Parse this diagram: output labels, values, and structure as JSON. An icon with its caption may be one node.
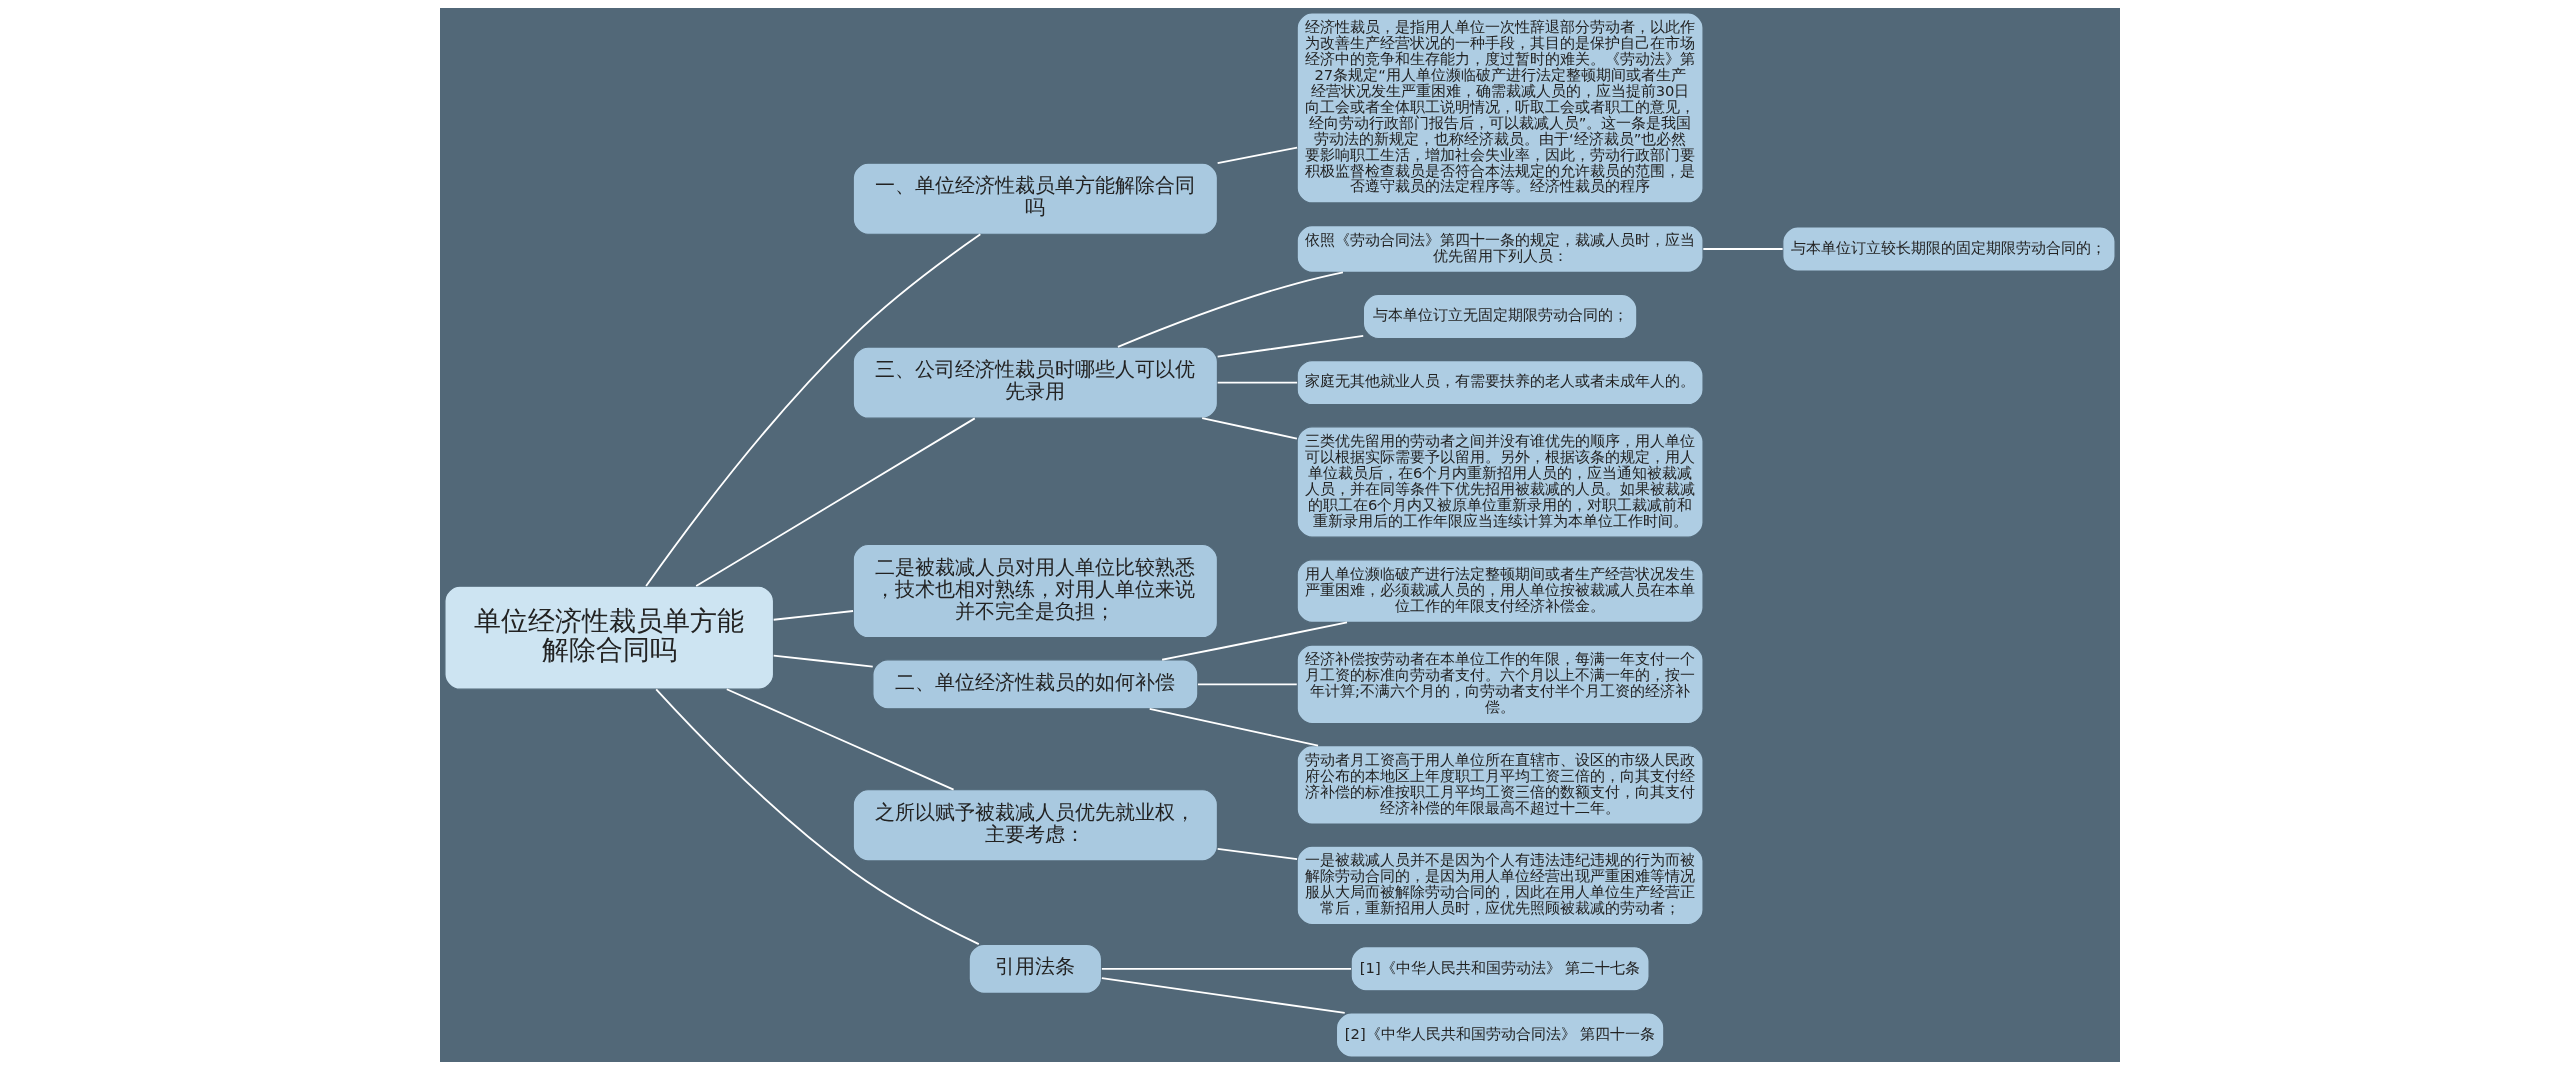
{
  "diagram": {
    "nodes": [
      {
        "text": [
          "单位经济性裁员单方能解除合同吗"
        ]
      },
      {
        "text": [
          "一、单位经济性裁员单方能解除合同吗"
        ]
      },
      {
        "text": [
          "经济性裁员，是指用人单位一次性辞退部分劳动者，以此作为改善生产经营状况的一种手段，其目的是保护自己在市场经济中的竞争和生存能力，度过暂时的难关。《劳动法》第27条规定“用人单位濒临破产进行法定整顿期间或者生产经营状况发生严重困难，确需裁减人员的，应当提前30日向工会或者全体职工说明情况，听取工会或者职工的意见，经向劳动行政部门报告后，可以裁减人员”。这一条是我国劳动法的新规定，也称经济裁员。由于‘经济裁员”也必然要影响职工生活，增加社会失业率，因此，劳动行政部门要积极监督检查裁员是否符合本法规定的允许裁员的范围，是否遵守裁员的法定程序等。经济性裁员的程序"
        ]
      },
      {
        "text": [
          "三、公司经济性裁员时哪些人可以优先录用"
        ]
      },
      {
        "text": [
          "依照《劳动合同法》第四十一条的规定，裁减人员时，应当优先留用下列人员："
        ]
      },
      {
        "text": [
          "与本单位订立较长期限的固定期限劳动合同的；"
        ]
      },
      {
        "text": [
          "与本单位订立无固定期限劳动合同的；"
        ]
      },
      {
        "text": [
          "家庭无其他就业人员，有需要扶养的老人或者未成年人的。"
        ]
      },
      {
        "text": [
          "三类优先留用的劳动者之间并没有谁优先的顺序，用人单位可以根据实际需要予以留用。另外，根据该条的规定，用人单位裁员后，在6个月内重新招用人员的，应当通知被裁减人员，并在同等条件下优先招用被裁减的人员。如果被裁减的职工在6个月内又被原单位重新录用的，对职工裁减前和重新录用后的工作年限应当连续计算为本单位工作时间。"
        ]
      },
      {
        "text": [
          "二是被裁减人员对用人单位比较熟悉，技术也相对熟练，对用人单位来说并不完全是负担；"
        ]
      },
      {
        "text": [
          "二、单位经济性裁员的如何补偿"
        ]
      },
      {
        "text": [
          "用人单位濒临破产进行法定整顿期间或者生产经营状况发生严重困难，必须裁减人员的，用人单位按被裁减人员在本单位工作的年限支付经济补偿金。"
        ]
      },
      {
        "text": [
          "经济补偿按劳动者在本单位工作的年限，每满一年支付一个月工资的标准向劳动者支付。六个月以上不满一年的，按一年计算;不满六个月的，向劳动者支付半个月工资的经济补偿。"
        ]
      },
      {
        "text": [
          "劳动者月工资高于用人单位所在直辖市、设区的市级人民政府公布的本地区上年度职工月平均工资三倍的，向其支付经济补偿的标准按职工月平均工资三倍的数额支付，向其支付经济补偿的年限最高不超过十二年。"
        ]
      },
      {
        "text": [
          "之所以赋予被裁减人员优先就业权，主要考虑："
        ]
      },
      {
        "text": [
          "一是被裁减人员并不是因为个人有违法违纪违规的行为而被解除劳动合同的，是因为用人单位经营出现严重困难等情况服从大局而被解除劳动合同的，因此在用人单位生产经营正常后，重新招用人员时，应优先照顾被裁减的劳动者；"
        ]
      },
      {
        "text": [
          "引用法条"
        ]
      },
      {
        "text": [
          "[1]《中华人民共和国劳动法》 第二十七条"
        ]
      },
      {
        "text": [
          "[2]《中华人民共和国劳动合同法》 第四十一条"
        ]
      }
    ],
    "edges": [
      {
        "from": 0,
        "to": 1,
        "arrow": "none"
      },
      {
        "from": 1,
        "to": 2,
        "arrow": "none"
      },
      {
        "from": 0,
        "to": 3,
        "arrow": "none"
      },
      {
        "from": 3,
        "to": 4,
        "arrow": "none"
      },
      {
        "from": 4,
        "to": 5,
        "arrow": "none"
      },
      {
        "from": 3,
        "to": 6,
        "arrow": "none"
      },
      {
        "from": 3,
        "to": 7,
        "arrow": "none"
      },
      {
        "from": 3,
        "to": 8,
        "arrow": "none"
      },
      {
        "from": 0,
        "to": 9,
        "arrow": "none"
      },
      {
        "from": 0,
        "to": 10,
        "arrow": "none"
      },
      {
        "from": 10,
        "to": 11,
        "arrow": "none"
      },
      {
        "from": 10,
        "to": 12,
        "arrow": "none"
      },
      {
        "from": 10,
        "to": 13,
        "arrow": "none"
      },
      {
        "from": 0,
        "to": 14,
        "arrow": "none"
      },
      {
        "from": 14,
        "to": 15,
        "arrow": "none"
      },
      {
        "from": 0,
        "to": 16,
        "arrow": "none"
      },
      {
        "from": 16,
        "to": 17,
        "arrow": "none"
      },
      {
        "from": 16,
        "to": 18,
        "arrow": "none"
      }
    ]
  }
}
